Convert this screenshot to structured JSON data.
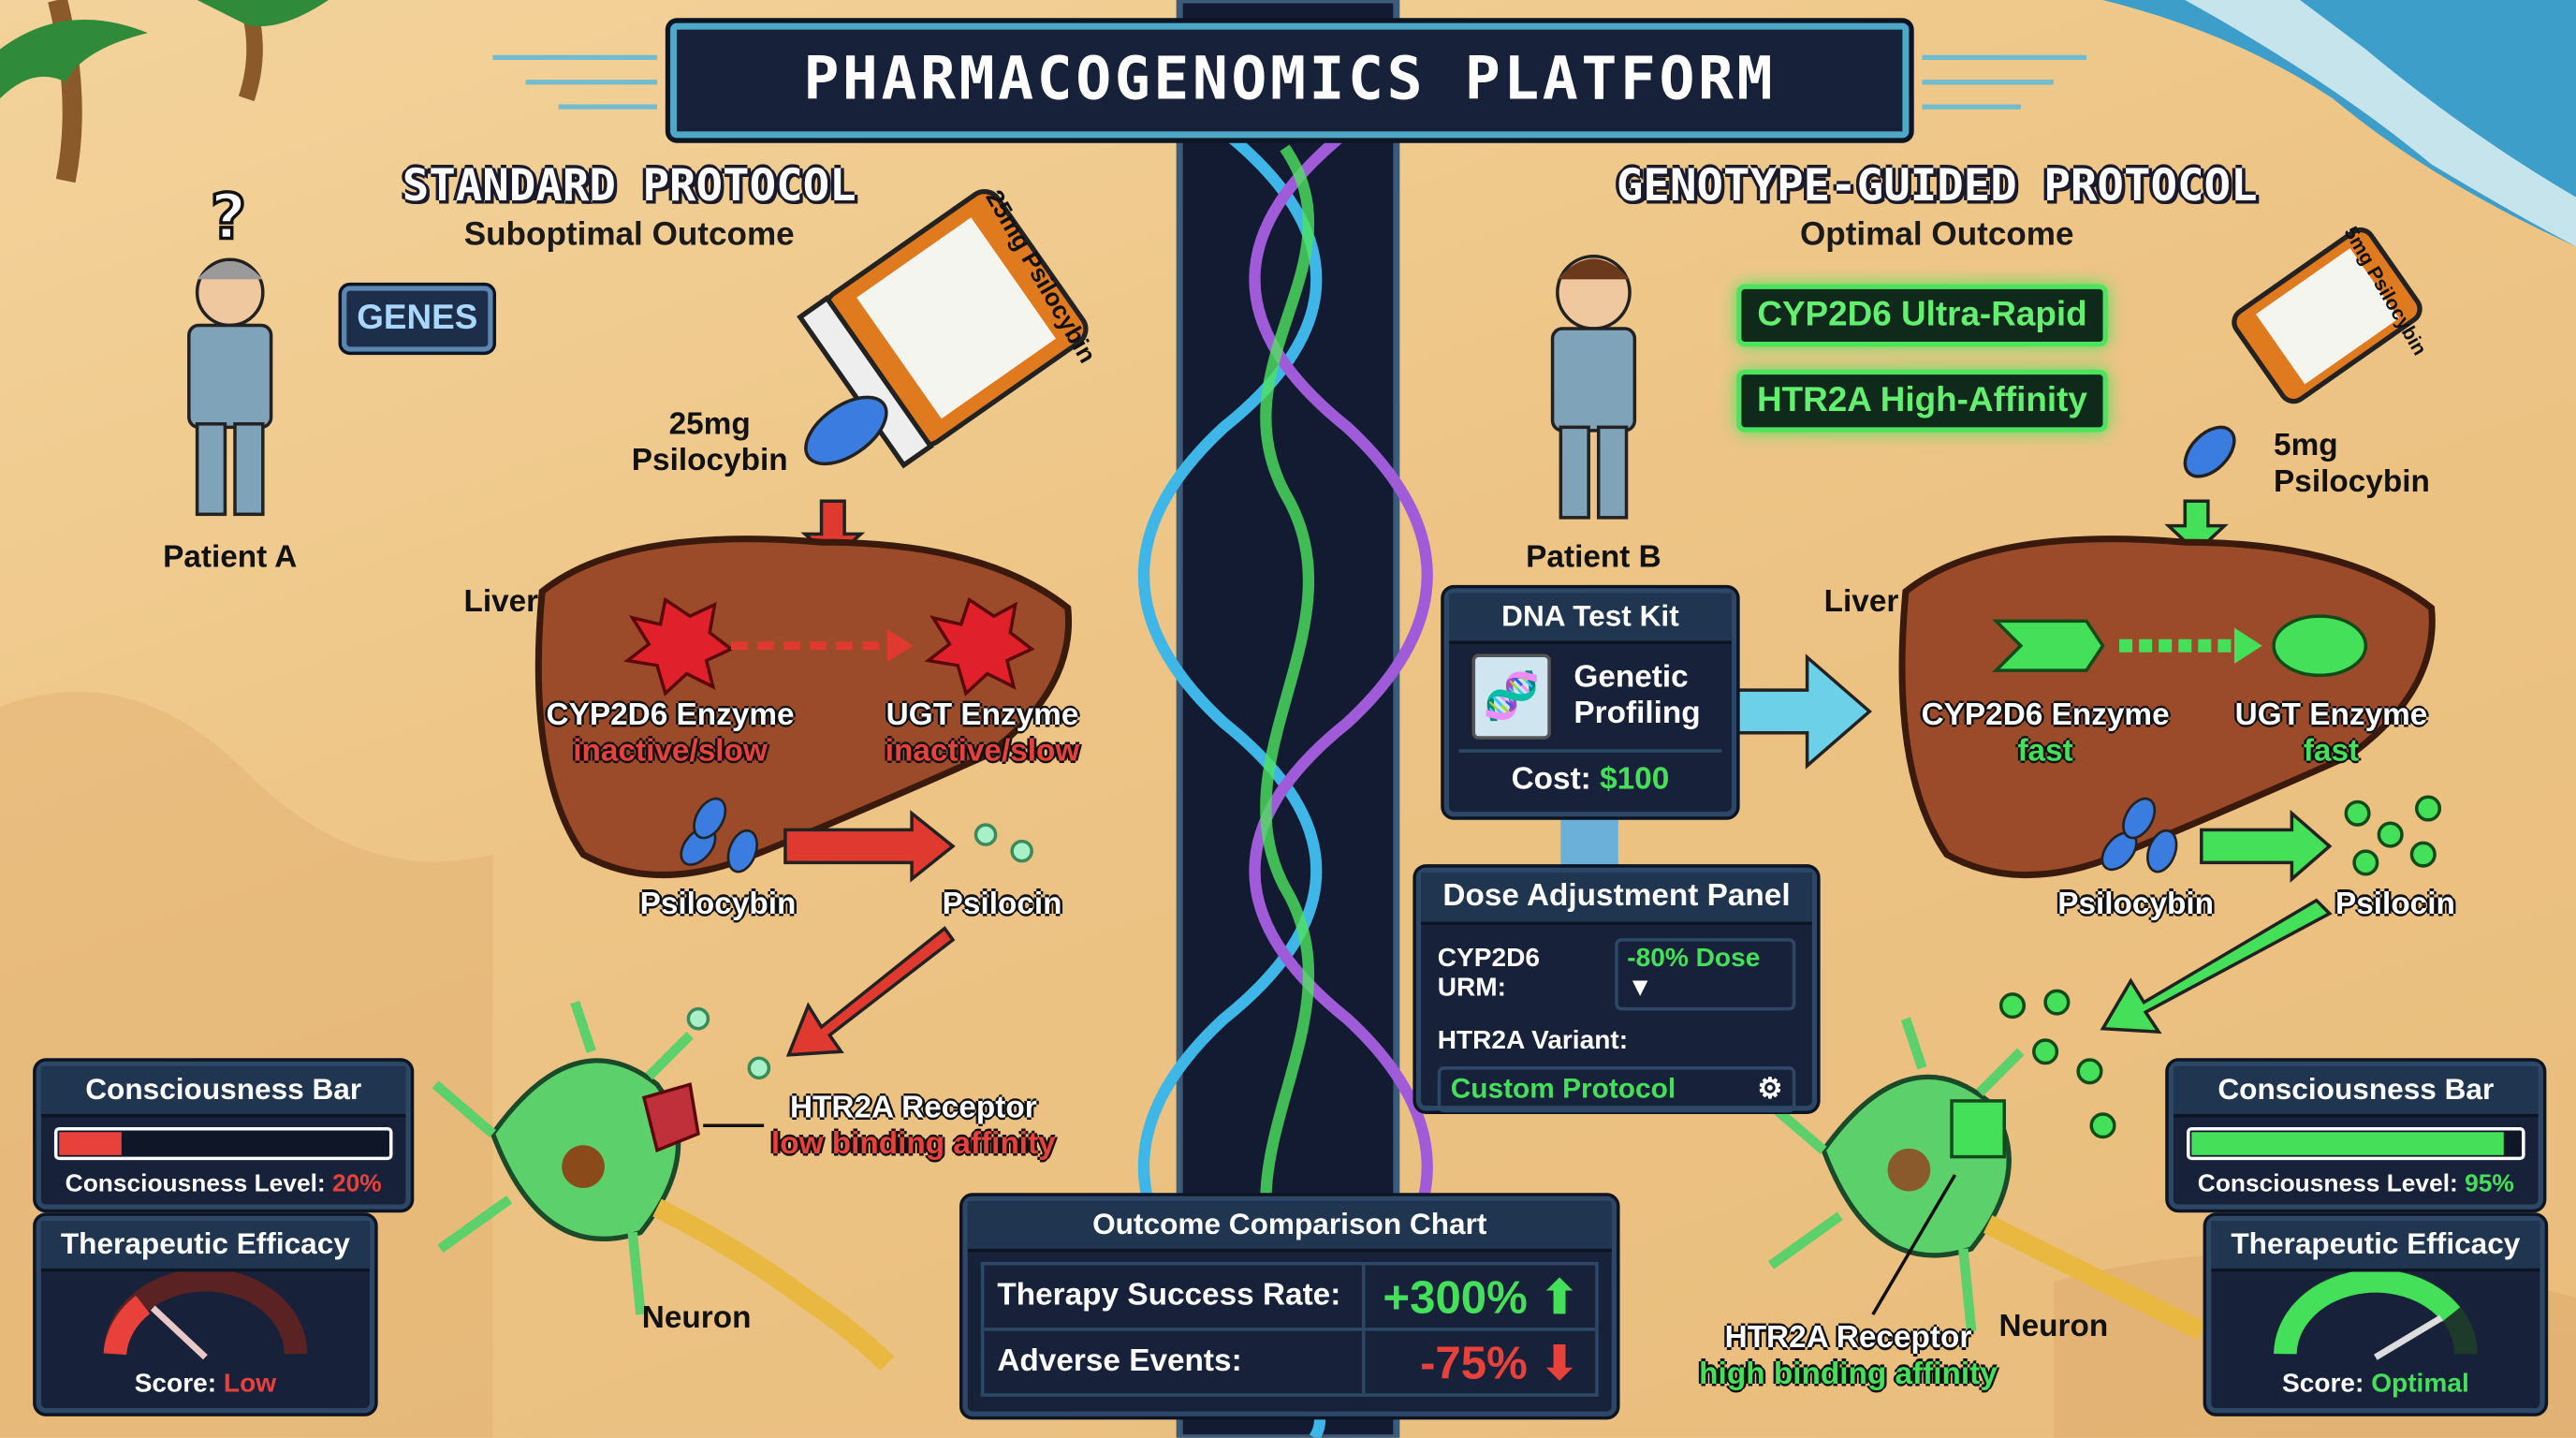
{
  "title": "PHARMACOGENOMICS PLATFORM",
  "colors": {
    "sand": "#efc98c",
    "navy": "#17223a",
    "bad": "#e8403a",
    "good": "#45e05a",
    "liver": "#9b4a2a"
  },
  "left": {
    "heading": "STANDARD PROTOCOL",
    "subheading": "Suboptimal Outcome",
    "genes_button": "GENES",
    "patient": "Patient A",
    "patient_icon": "question-mark-icon",
    "bottle_label": "25mg Psilocybin",
    "dose_line1": "25mg",
    "dose_line2": "Psilocybin",
    "liver": "Liver",
    "enzyme1": {
      "name": "CYP2D6 Enzyme",
      "status": "inactive/slow"
    },
    "enzyme2": {
      "name": "UGT Enzyme",
      "status": "inactive/slow"
    },
    "prodrug": "Psilocybin",
    "metabolite": "Psilocin",
    "receptor": {
      "name": "HTR2A Receptor",
      "status": "low binding affinity"
    },
    "neuron": "Neuron",
    "consciousness": {
      "title": "Consciousness Bar",
      "label": "Consciousness Level:",
      "value": "20%",
      "fraction": 0.2
    },
    "efficacy": {
      "title": "Therapeutic Efficacy",
      "label": "Score:",
      "value": "Low",
      "fraction": 0.15
    }
  },
  "right": {
    "heading": "GENOTYPE-GUIDED PROTOCOL",
    "subheading": "Optimal Outcome",
    "badges": [
      "CYP2D6 Ultra-Rapid",
      "HTR2A High-Affinity"
    ],
    "patient": "Patient B",
    "bottle_label": "5mg Psilocybin",
    "dose_line1": "5mg",
    "dose_line2": "Psilocybin",
    "liver": "Liver",
    "enzyme1": {
      "name": "CYP2D6 Enzyme",
      "status": "fast"
    },
    "enzyme2": {
      "name": "UGT Enzyme",
      "status": "fast"
    },
    "prodrug": "Psilocybin",
    "metabolite": "Psilocin",
    "receptor": {
      "name": "HTR2A Receptor",
      "status": "high binding affinity"
    },
    "neuron": "Neuron",
    "dna_kit": {
      "title": "DNA Test Kit",
      "line1": "Genetic",
      "line2": "Profiling",
      "cost_label": "Cost:",
      "cost_value": "$100"
    },
    "dose_panel": {
      "title": "Dose Adjustment Panel",
      "row1_label": "CYP2D6 URM:",
      "row1_value": "-80% Dose",
      "row2_label": "HTR2A Variant:",
      "row2_value": "Custom Protocol"
    },
    "consciousness": {
      "title": "Consciousness Bar",
      "label": "Consciousness Level:",
      "value": "95%",
      "fraction": 0.95
    },
    "efficacy": {
      "title": "Therapeutic Efficacy",
      "label": "Score:",
      "value": "Optimal",
      "fraction": 0.92
    }
  },
  "outcome": {
    "title": "Outcome Comparison Chart",
    "rows": [
      {
        "label": "Therapy Success Rate:",
        "value": "+300%",
        "direction": "up"
      },
      {
        "label": "Adverse Events:",
        "value": "-75%",
        "direction": "down"
      }
    ]
  }
}
